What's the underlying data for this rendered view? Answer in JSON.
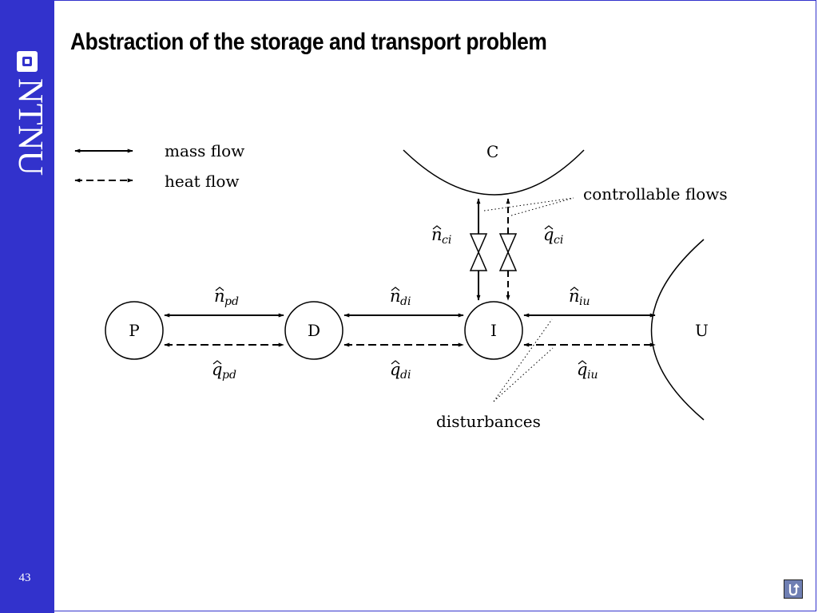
{
  "slide": {
    "title": "Abstraction of the storage and transport problem",
    "page_number": "43",
    "logo_text": "NTNU"
  },
  "legend": {
    "mass_flow": "mass flow",
    "heat_flow": "heat flow"
  },
  "nodes": {
    "p": "P",
    "d": "D",
    "i": "I",
    "c": "C",
    "u": "U"
  },
  "labels": {
    "controllable": "controllable flows",
    "disturbances": "disturbances"
  },
  "flows": {
    "n_ci": {
      "base": "n",
      "sub": "ci"
    },
    "q_ci": {
      "base": "q",
      "sub": "ci"
    },
    "n_pd": {
      "base": "n",
      "sub": "pd"
    },
    "q_pd": {
      "base": "q",
      "sub": "pd"
    },
    "n_di": {
      "base": "n",
      "sub": "di"
    },
    "q_di": {
      "base": "q",
      "sub": "di"
    },
    "n_iu": {
      "base": "n",
      "sub": "iu"
    },
    "q_iu": {
      "base": "q",
      "sub": "iu"
    }
  },
  "colors": {
    "brand": "#3232cc",
    "ink": "#000000"
  },
  "icons": {
    "logo": "ntnu-logo-icon",
    "back": "back-arrow-icon"
  }
}
